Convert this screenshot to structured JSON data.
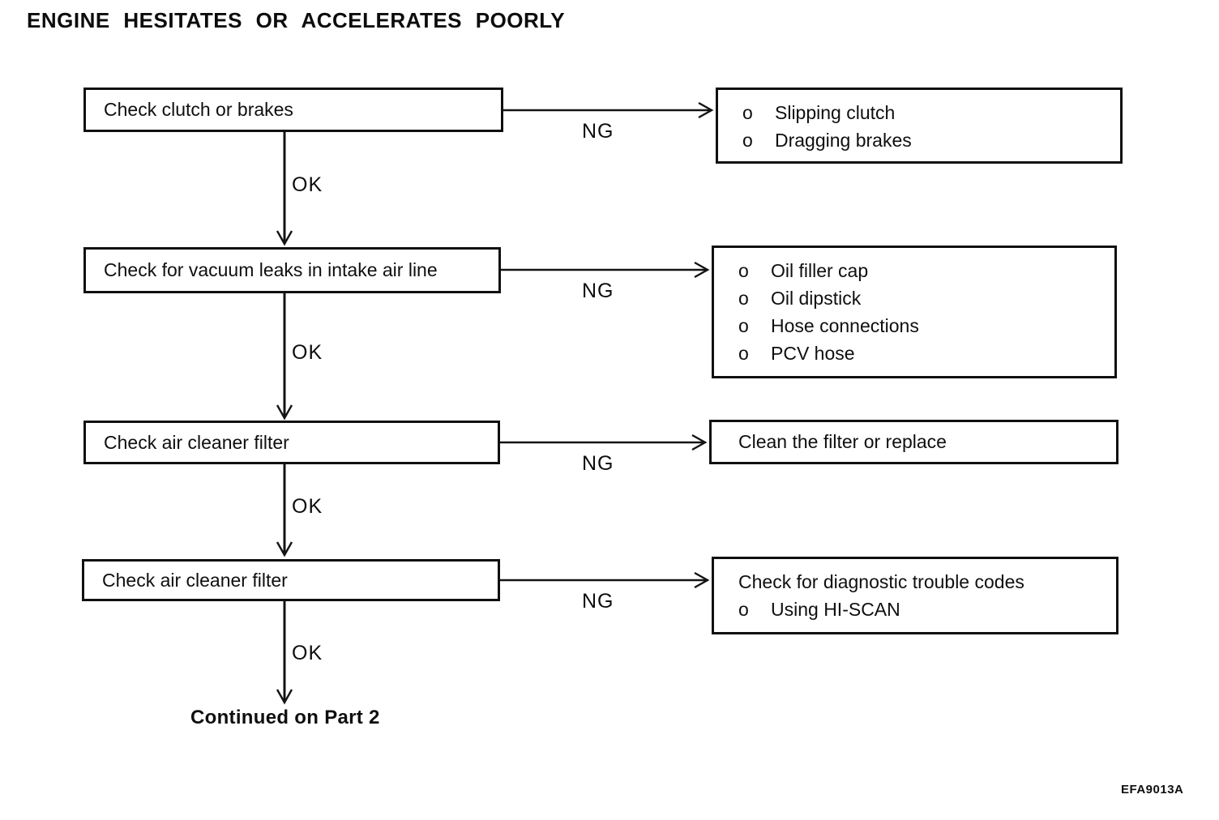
{
  "title": "ENGINE HESITATES OR ACCELERATES POORLY",
  "figure_code": "EFA9013A",
  "ng_label": "NG",
  "ok_label": "OK",
  "end_label": "Continued on Part 2",
  "steps": [
    {
      "check": "Check clutch or brakes",
      "results": [
        {
          "bullet": "o",
          "text": "Slipping clutch"
        },
        {
          "bullet": "o",
          "text": "Dragging brakes"
        }
      ]
    },
    {
      "check": "Check for vacuum leaks in intake air line",
      "results": [
        {
          "bullet": "o",
          "text": "Oil filler cap"
        },
        {
          "bullet": "o",
          "text": "Oil dipstick"
        },
        {
          "bullet": "o",
          "text": "Hose connections"
        },
        {
          "bullet": "o",
          "text": "PCV hose"
        }
      ]
    },
    {
      "check": "Check air cleaner filter",
      "results": [
        {
          "bullet": "",
          "text": "Clean the filter or replace"
        }
      ]
    },
    {
      "check": "Check air cleaner filter",
      "results": [
        {
          "bullet": "",
          "text": "Check for diagnostic trouble codes"
        },
        {
          "bullet": "o",
          "text": "Using HI-SCAN"
        }
      ]
    }
  ]
}
